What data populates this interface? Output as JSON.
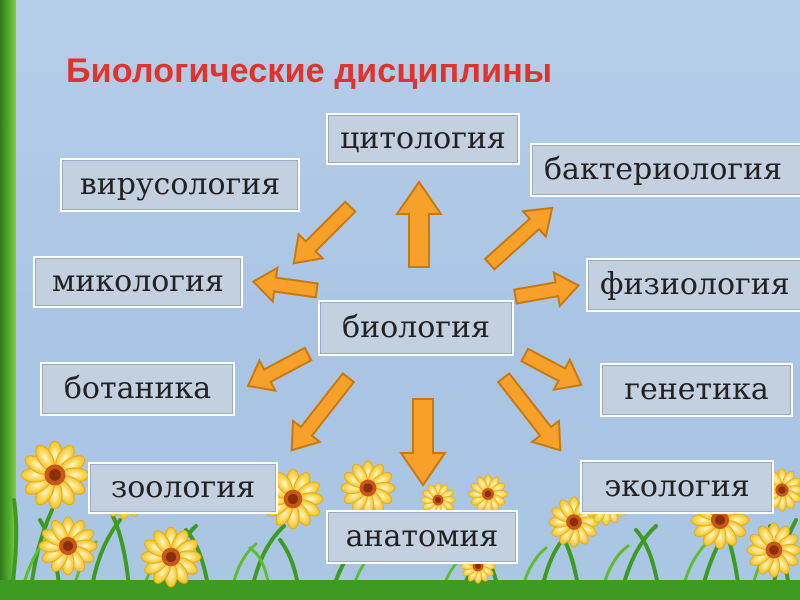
{
  "title": "Биологические дисциплины",
  "center": "биология",
  "disciplines": {
    "cytology": "цитология",
    "bacteriology": "бактериология",
    "virology": "вирусология",
    "mycology": "микология",
    "physiology": "физиология",
    "botany": "ботаника",
    "genetics": "генетика",
    "zoology": "зоология",
    "ecology": "экология",
    "anatomy": "анатомия"
  },
  "colors": {
    "title": "#e0332c",
    "arrow_fill": "#f7a02a",
    "arrow_stroke": "#c9780c",
    "box_fill": "#c3d0df",
    "background": "#aec8e6"
  }
}
